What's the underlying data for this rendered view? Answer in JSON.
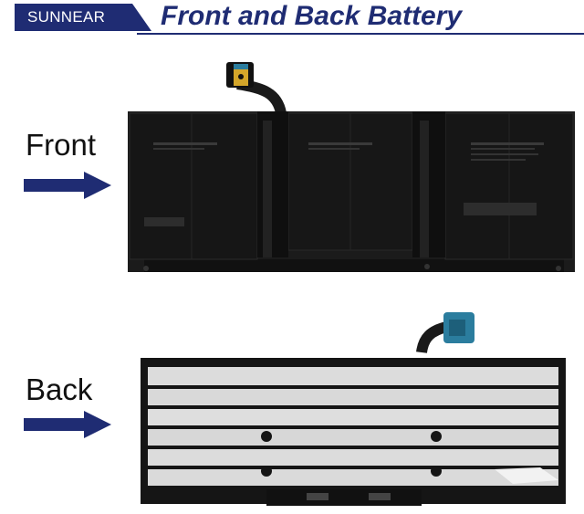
{
  "header": {
    "brand": "SUNNEAR",
    "title": "Front and Back Battery"
  },
  "labels": {
    "front": "Front",
    "back": "Back"
  },
  "colors": {
    "brand_navy": "#1f2c73",
    "battery_black": "#141414",
    "strip_silver": "#dcdcdc",
    "connector_teal": "#2b7d9e"
  },
  "icons": {
    "front_arrow": "arrow-right-icon",
    "back_arrow": "arrow-right-icon"
  }
}
